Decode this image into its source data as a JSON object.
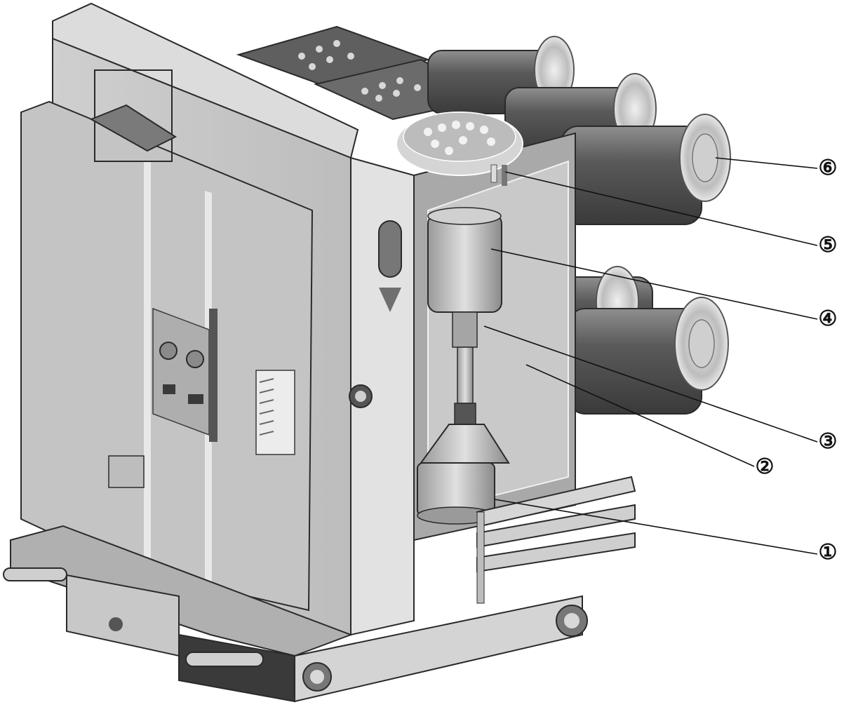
{
  "figure": {
    "callouts": [
      {
        "label": "①"
      },
      {
        "label": "②"
      },
      {
        "label": "③"
      },
      {
        "label": "④"
      },
      {
        "label": "⑤"
      },
      {
        "label": "⑥"
      }
    ],
    "colors": {
      "housing_light": "#d9d9d9",
      "housing_mid": "#b5b5b5",
      "housing_dark": "#8a8a8a",
      "cylinder_dark": "#4a4a4a",
      "cylinder_light": "#8f8f8f",
      "outline": "#2a2a2a",
      "leader": "#111111"
    }
  }
}
